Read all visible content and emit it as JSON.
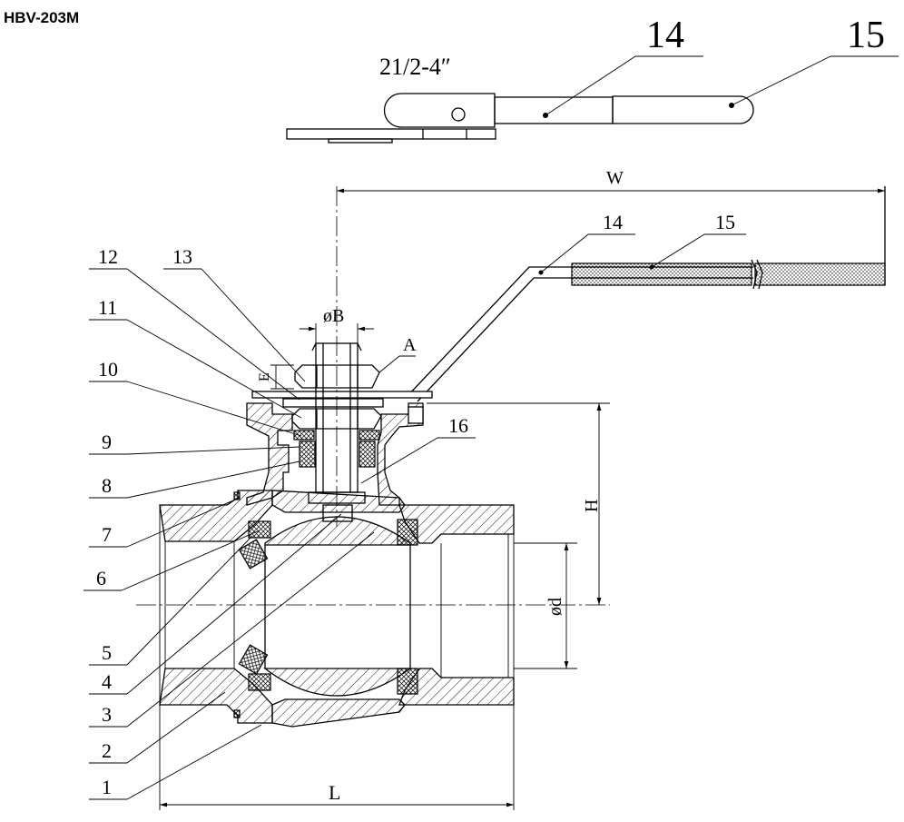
{
  "model": "HBV-203M",
  "handle_variant": {
    "size_label": "21/2-4″",
    "callouts": [
      "14",
      "15"
    ]
  },
  "dimensions": {
    "width": "W",
    "height": "H",
    "length": "L",
    "stem_diameter": "øB",
    "bore_diameter": "ød",
    "stem_flat": "E",
    "stem_section": "A"
  },
  "part_callouts": {
    "p1": "1",
    "p2": "2",
    "p3": "3",
    "p4": "4",
    "p5": "5",
    "p6": "6",
    "p7": "7",
    "p8": "8",
    "p9": "9",
    "p10": "10",
    "p11": "11",
    "p12": "12",
    "p13": "13",
    "p14": "14",
    "p15": "15",
    "p16": "16"
  }
}
